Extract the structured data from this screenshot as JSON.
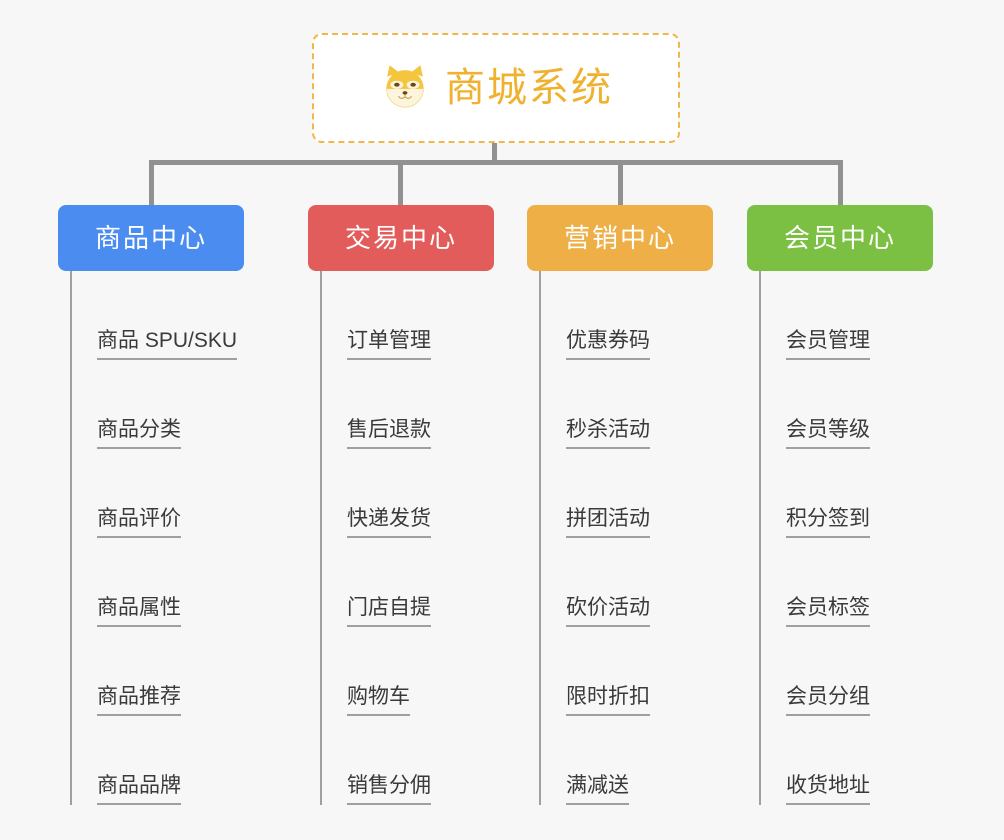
{
  "root": {
    "title": "商城系统",
    "icon": "shiba-dog-face-icon",
    "border_color": "#f0b849",
    "text_color": "#f0b22e",
    "background": "#ffffff"
  },
  "canvas": {
    "background": "#f7f7f7",
    "connector_color": "#919191"
  },
  "branches": [
    {
      "label": "商品中心",
      "color": "#4a8cf0",
      "items": [
        "商品 SPU/SKU",
        "商品分类",
        "商品评价",
        "商品属性",
        "商品推荐",
        "商品品牌"
      ]
    },
    {
      "label": "交易中心",
      "color": "#e35c5c",
      "items": [
        "订单管理",
        "售后退款",
        "快递发货",
        "门店自提",
        "购物车",
        "销售分佣"
      ]
    },
    {
      "label": "营销中心",
      "color": "#eeaf46",
      "items": [
        "优惠券码",
        "秒杀活动",
        "拼团活动",
        "砍价活动",
        "限时折扣",
        "满减送"
      ]
    },
    {
      "label": "会员中心",
      "color": "#7bc043",
      "items": [
        "会员管理",
        "会员等级",
        "积分签到",
        "会员标签",
        "会员分组",
        "收货地址"
      ]
    }
  ]
}
